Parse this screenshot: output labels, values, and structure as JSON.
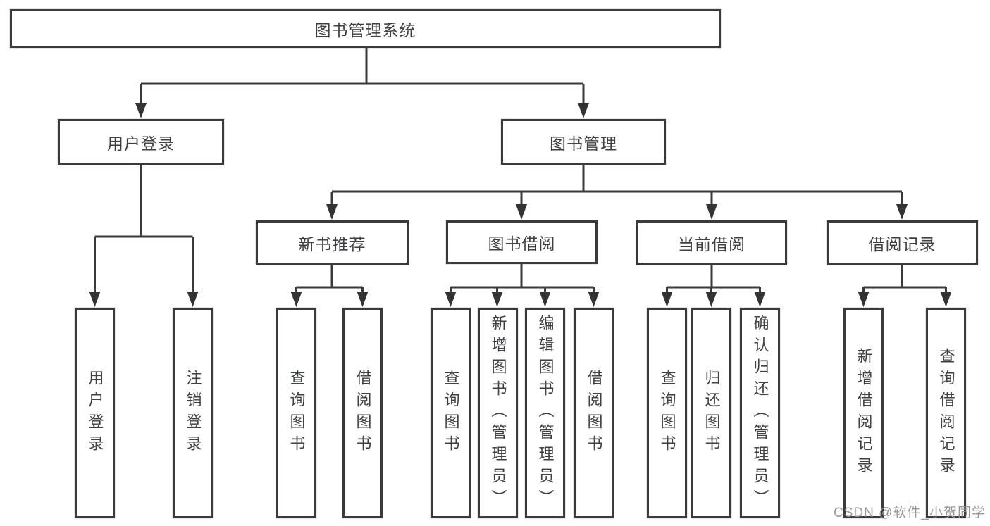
{
  "diagram": {
    "root": "图书管理系统",
    "level2": [
      "用户登录",
      "图书管理"
    ],
    "level3": [
      "新书推荐",
      "图书借阅",
      "当前借阅",
      "借阅记录"
    ],
    "leaves": {
      "user_login": [
        "用户登录",
        "注销登录"
      ],
      "new_book_recommend": [
        "查询图书",
        "借阅图书"
      ],
      "book_borrow": [
        "查询图书",
        "新增图书（管理员）",
        "编辑图书（管理员）",
        "借阅图书"
      ],
      "current_borrow": [
        "查询图书",
        "归还图书",
        "确认归还（管理员）"
      ],
      "borrow_record": [
        "新增借阅记录",
        "查询借阅记录"
      ]
    },
    "watermark": "CSDN @软件_小贺同学",
    "colors": {
      "line": "#3a3a3a",
      "text": "#3f4145",
      "watermark": "#949498"
    }
  }
}
